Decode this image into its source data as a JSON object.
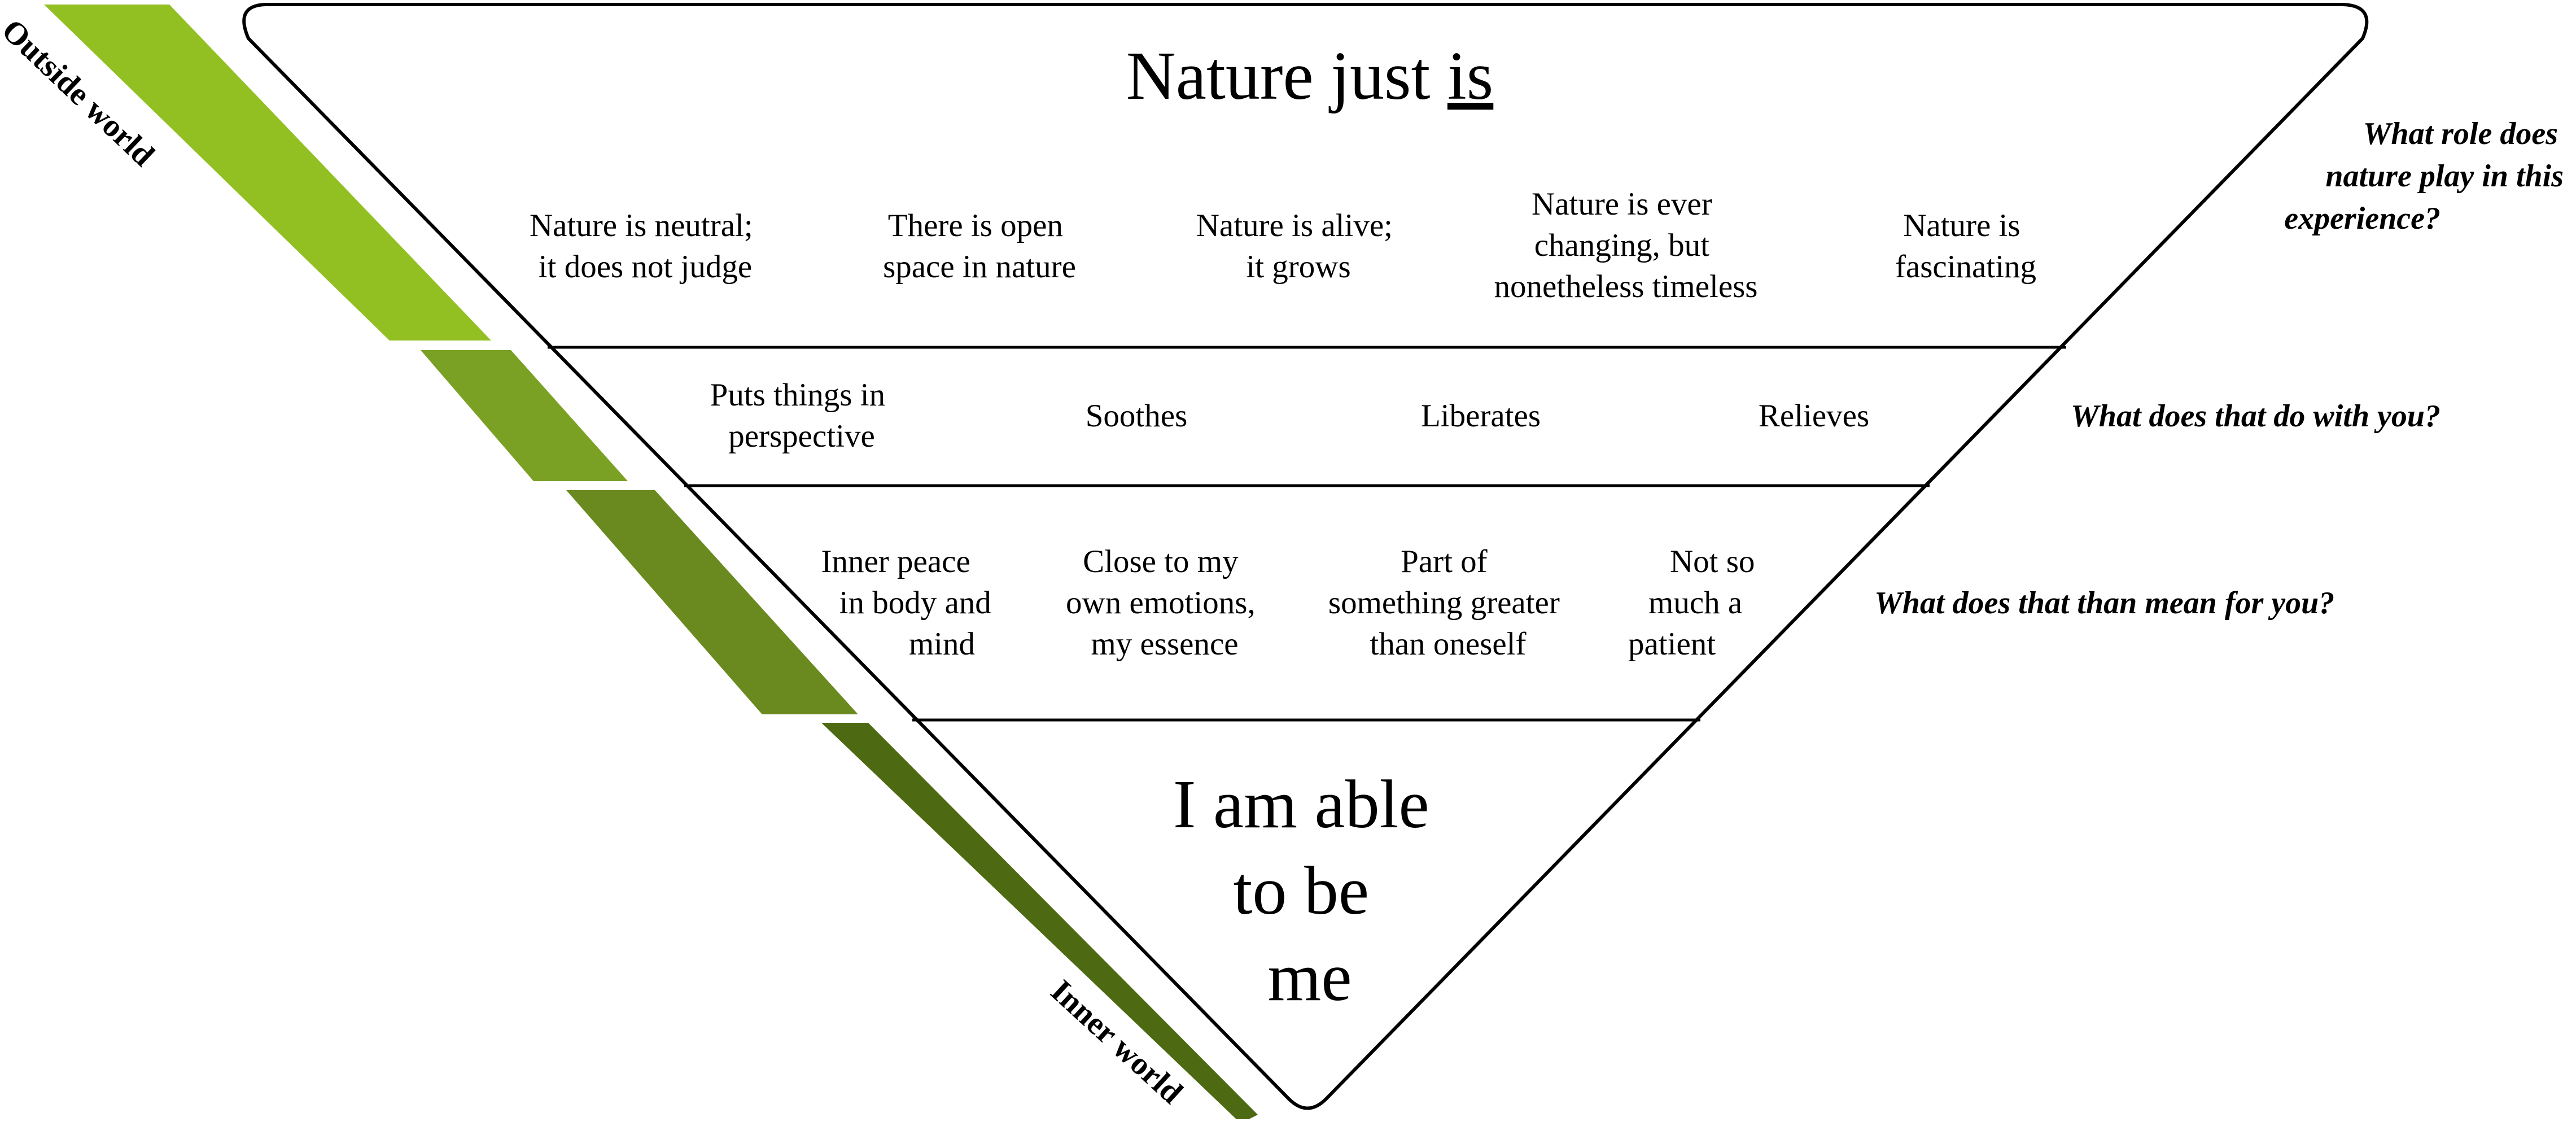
{
  "title": {
    "prefix": "Nature just ",
    "emph": "is"
  },
  "layers": [
    {
      "question": [
        "What role does",
        "nature play in this",
        "experience?"
      ],
      "items": [
        [
          "Nature is neutral;",
          "it does not judge"
        ],
        [
          "There is open",
          "space in nature"
        ],
        [
          "Nature is alive;",
          "it grows"
        ],
        [
          "Nature is ever",
          "changing, but",
          "nonetheless timeless"
        ],
        [
          "Nature is",
          "fascinating"
        ]
      ]
    },
    {
      "question": [
        "What does that do with you?"
      ],
      "items": [
        [
          "Puts things in",
          "perspective"
        ],
        [
          "Soothes"
        ],
        [
          "Liberates"
        ],
        [
          "Relieves"
        ]
      ]
    },
    {
      "question": [
        "What does that than mean for you?"
      ],
      "items": [
        [
          "Inner peace",
          "in body and",
          "mind"
        ],
        [
          "Close to my",
          "own emotions,",
          "my essence"
        ],
        [
          "Part of",
          "something greater",
          "than oneself"
        ],
        [
          "Not so",
          "much a",
          "patient"
        ]
      ]
    }
  ],
  "core": [
    "I am able",
    "to be",
    "me"
  ],
  "axis": {
    "top": "Outside world",
    "bottom": "Inner world"
  },
  "colors": {
    "band1": "#92c022",
    "band2": "#7ba124",
    "band3": "#6a8a1f",
    "band4": "#4d6a13",
    "outline": "#000000"
  }
}
